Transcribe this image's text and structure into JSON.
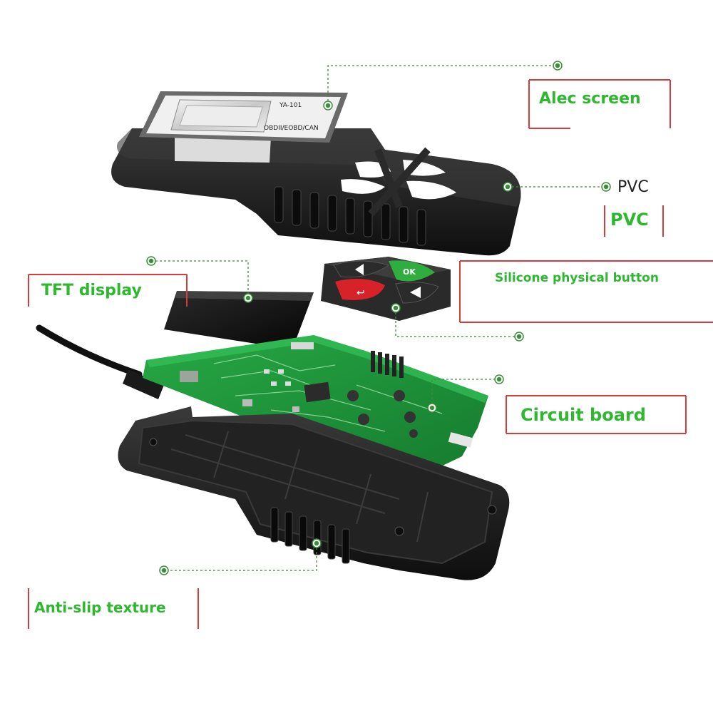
{
  "colors": {
    "accent_green": "#2db82f",
    "frame_red": "#d93a3a",
    "leader_green": "#3a8f3a",
    "pcb_green": "#1f9a3a",
    "case_black": "#1b1b1b",
    "button_red": "#d8222a",
    "button_green": "#2fae3f"
  },
  "labels": {
    "alec_screen": "Alec screen",
    "pvc_plain": "PVC",
    "pvc": "PVC",
    "silicone": "Silicone physical button",
    "tft": "TFT display",
    "circuit": "Circuit board",
    "antislip": "Anti-slip texture"
  },
  "device": {
    "screen_protector_text_1": "YA-101",
    "screen_protector_text_2": "OBDII/EOBD/CAN",
    "ok_key": "OK",
    "back_key": "↩"
  }
}
